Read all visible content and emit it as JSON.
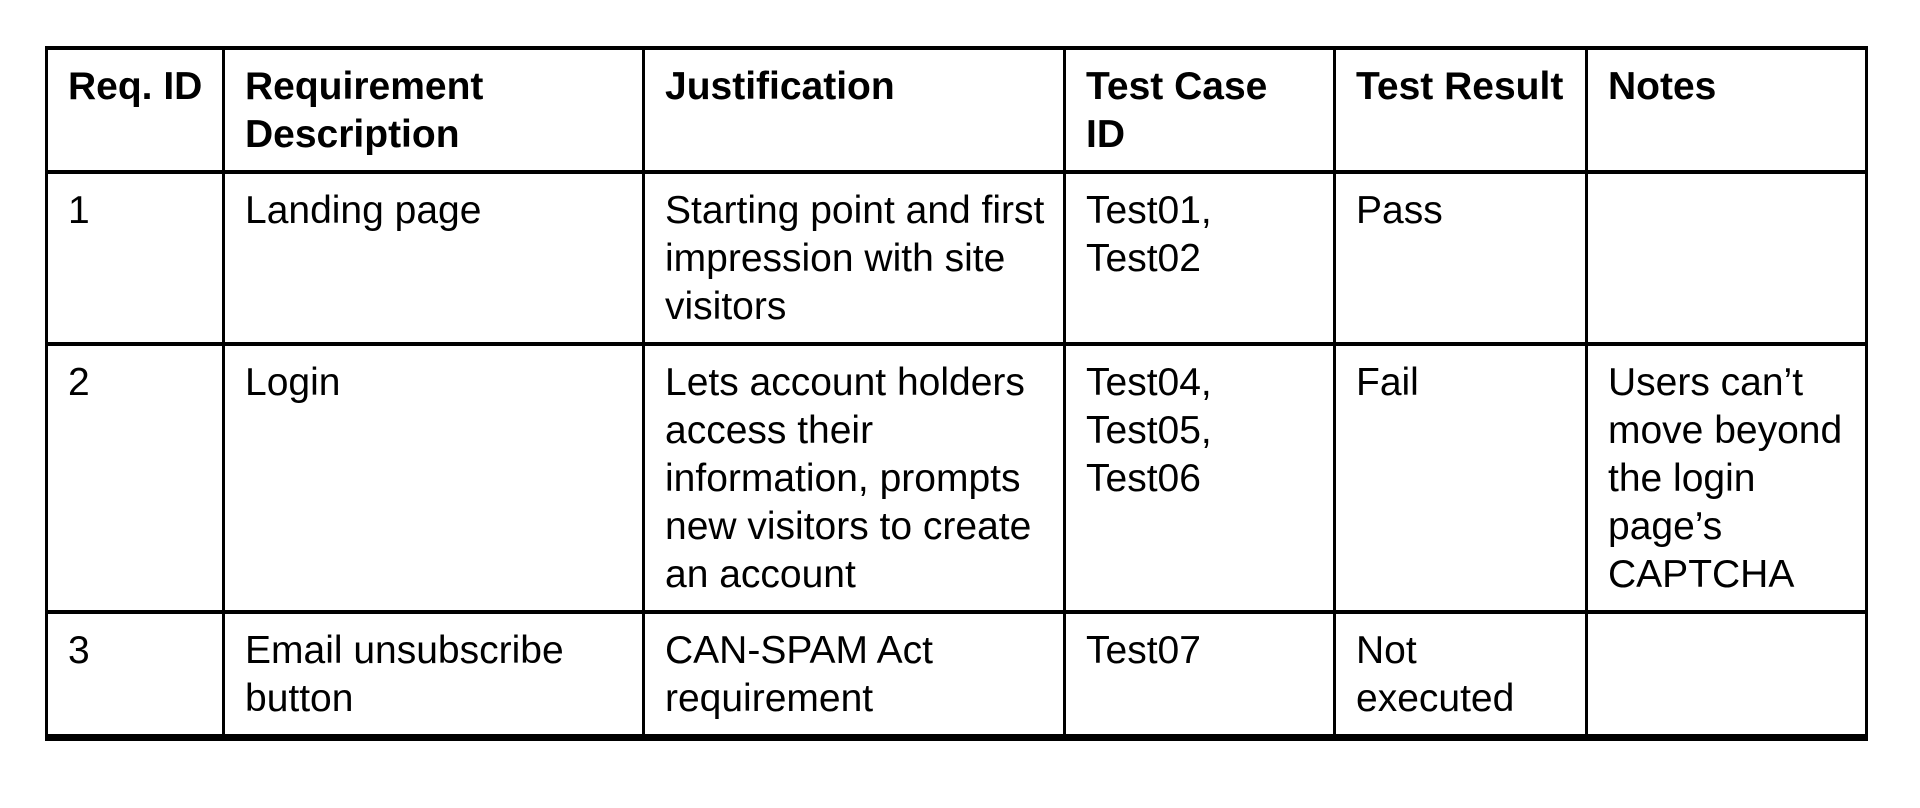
{
  "document": {
    "background_color": "#ffffff",
    "table": {
      "border_color": "#000000",
      "text_color": "#000000",
      "headers": [
        "Req. ID",
        "Requirement\nDescription",
        "Justification",
        "Test Case\nID",
        "Test Result",
        "Notes"
      ],
      "rows": [
        {
          "req_id": "1",
          "requirement_description": "Landing page",
          "justification": "Starting point and first\nimpression with site\nvisitors",
          "test_case_id": "Test01,\nTest02",
          "test_result": "Pass",
          "notes": ""
        },
        {
          "req_id": "2",
          "requirement_description": "Login",
          "justification": "Lets account holders\naccess their\ninformation, prompts\nnew visitors to create\nan account",
          "test_case_id": "Test04,\nTest05,\nTest06",
          "test_result": "Fail",
          "notes": "Users can’t\nmove beyond\nthe login\npage’s\nCAPTCHA"
        },
        {
          "req_id": "3",
          "requirement_description": "Email unsubscribe\nbutton",
          "justification": "CAN-SPAM Act\nrequirement",
          "test_case_id": "Test07",
          "test_result": "Not\nexecuted",
          "notes": ""
        }
      ]
    }
  }
}
